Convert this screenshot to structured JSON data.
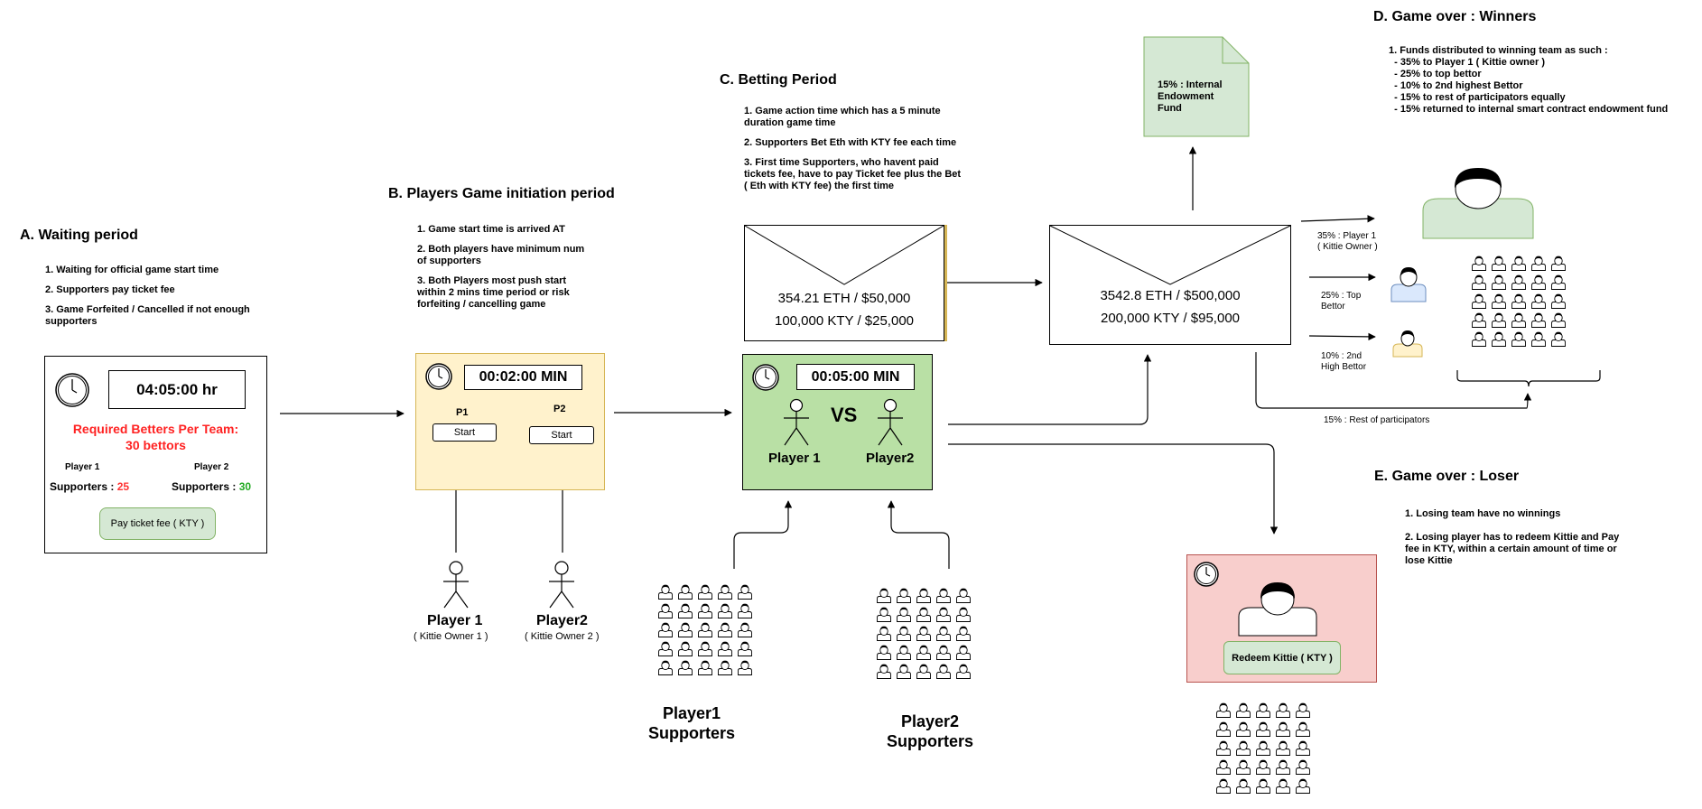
{
  "sectionA": {
    "title": "A.  Waiting period",
    "notes": [
      "1. Waiting for official game start time",
      "2. Supporters pay ticket fee",
      "3. Game Forfeited / Cancelled if not enough supporters"
    ],
    "timer": "04:05:00 hr",
    "required": "Required Betters Per Team:\n30 bettors",
    "player1": "Player 1",
    "player2": "Player 2",
    "supporters_label": "Supporters :",
    "p1_count": "25",
    "p2_count": "30",
    "pay_button": "Pay ticket fee ( KTY )",
    "colors": {
      "count_low": "#ff3333",
      "count_ok": "#22aa22",
      "required": "#ff2222"
    }
  },
  "sectionB": {
    "title": "B.  Players Game initiation period",
    "notes": [
      "1. Game start time is arrived AT",
      "2. Both players have minimum num of supporters",
      "3. Both Players most push start within 2 mins time period or risk forfeiting / cancelling game"
    ],
    "timer": "00:02:00 MIN",
    "p1": "P1",
    "p2": "P2",
    "start": "Start",
    "player1": "Player 1",
    "owner1": "( Kittie Owner 1 )",
    "player2": "Player2",
    "owner2": "( Kittie Owner 2 )",
    "colors": {
      "panel": "#fff2cc",
      "panel_border": "#d6b656"
    }
  },
  "sectionC": {
    "title": "C.  Betting Period",
    "notes": [
      "1. Game action time which has a 5 minute duration game time",
      "2. Supporters Bet Eth with KTY fee each time",
      "3. First time Supporters, who havent paid tickets fee, have to pay Ticket fee plus the Bet ( Eth with KTY fee) the first time"
    ],
    "pot_eth": "354.21 ETH  /  $50,000",
    "pot_kty": "100,000 KTY /  $25,000",
    "timer": "00:05:00 MIN",
    "vs": "VS",
    "player1": "Player 1",
    "player2": "Player2",
    "supporters1": "Player1\nSupporters",
    "supporters2": "Player2\nSupporters",
    "colors": {
      "panel": "#b9e0a5",
      "panel_border": "#000000"
    }
  },
  "center": {
    "pot_eth": "3542.8 ETH  /  $500,000",
    "pot_kty": "200,000 KTY /  $95,000",
    "endowment": "15% : Internal\nEndowment\nFund",
    "split1": "35% : Player 1\n( Kittie Owner )",
    "split2": "25% : Top\nBettor",
    "split3": "10% : 2nd\nHigh Bettor",
    "split4": "15% : Rest of participators",
    "colors": {
      "doc": "#d5e8d4",
      "doc_border": "#82b366"
    }
  },
  "sectionD": {
    "title": "D.  Game over : Winners",
    "notes": [
      "1. Funds distributed to winning team as such :",
      "  - 35% to Player 1 ( Kittie owner )",
      "  - 25% to top bettor",
      "  - 10% to 2nd highest Bettor",
      "  - 15% to rest of participators equally",
      "  - 15% returned to internal smart contract endowment fund"
    ]
  },
  "sectionE": {
    "title": "E.  Game over : Loser",
    "notes": [
      "1. Losing team have no winnings",
      "2. Losing player has to redeem Kittie  and Pay fee in KTY, within a certain amount of time or lose Kittie"
    ],
    "redeem_button": "Redeem Kittie ( KTY )",
    "colors": {
      "panel": "#f8cecc",
      "panel_border": "#b85450"
    }
  }
}
